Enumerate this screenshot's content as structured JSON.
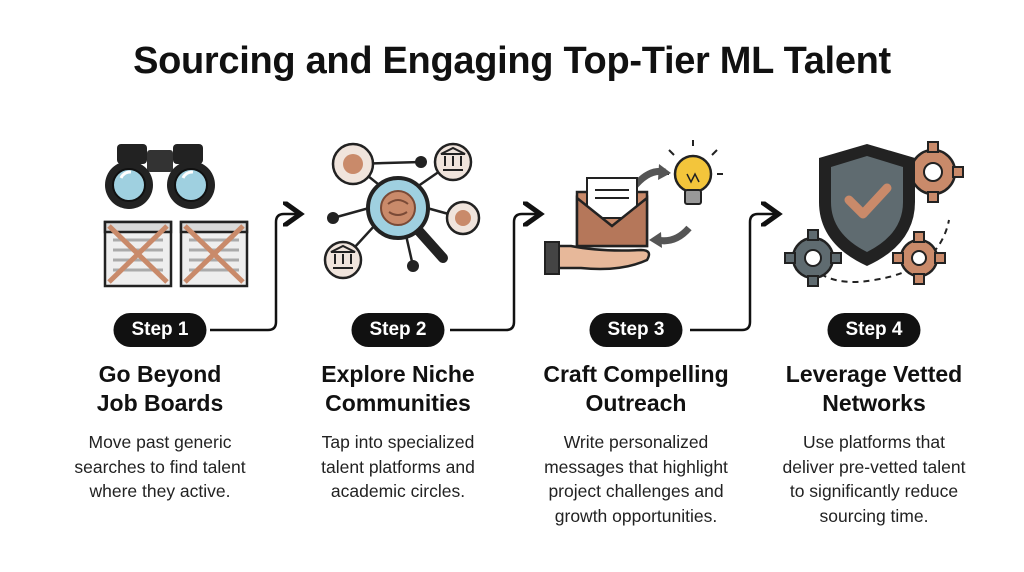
{
  "title": "Sourcing and Engaging Top-Tier ML Talent",
  "steps": [
    {
      "label": "Step 1",
      "title": "Go Beyond\nJob Boards",
      "description": "Move past generic\nsearches to find talent\nwhere they active.",
      "icon": "binoculars-crossed-job-boards-icon"
    },
    {
      "label": "Step 2",
      "title": "Explore Niche\nCommunities",
      "description": "Tap into specialized\ntalent platforms and\nacademic circles.",
      "icon": "network-brain-magnifier-icon"
    },
    {
      "label": "Step 3",
      "title": "Craft Compelling\nOutreach",
      "description": "Write personalized\nmessages that highlight\nproject challenges and\ngrowth opportunities.",
      "icon": "envelope-hand-lightbulb-icon"
    },
    {
      "label": "Step 4",
      "title": "Leverage Vetted\nNetworks",
      "description": "Use platforms that\ndeliver pre-vetted talent\nto significantly reduce\nsourcing time.",
      "icon": "shield-check-gears-icon"
    }
  ],
  "colors": {
    "pill": "#111111",
    "accent": "#c98a6a",
    "lens": "#9fd0e0",
    "gear_gray": "#5f6b70",
    "bulb": "#f3c53b"
  }
}
